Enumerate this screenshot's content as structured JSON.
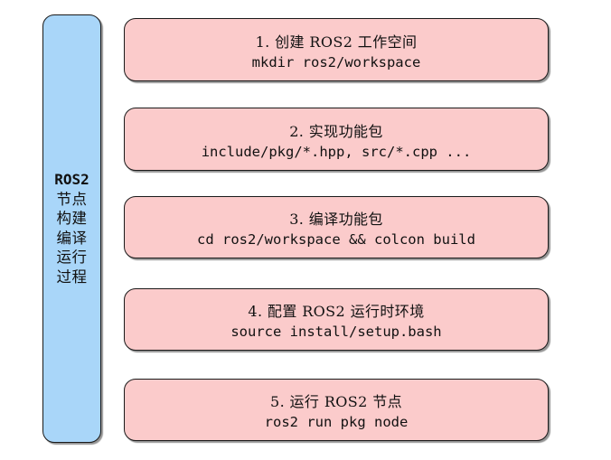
{
  "diagram": {
    "title": "ROS2 节点构建编译运行过程",
    "colors": {
      "sidebar_fill": "#a9d6f9",
      "step_fill": "#fbcbcb",
      "border": "#1a1a1a",
      "text": "#111111",
      "background": "#ffffff"
    }
  },
  "sidebar": {
    "lines": [
      "ROS2",
      "节点",
      "构建",
      "编译",
      "运行",
      "过程"
    ]
  },
  "steps": [
    {
      "number": "1",
      "title": "1. 创建 ROS2 工作空间",
      "command": "mkdir ros2/workspace"
    },
    {
      "number": "2",
      "title": "2. 实现功能包",
      "command": "include/pkg/*.hpp, src/*.cpp ..."
    },
    {
      "number": "3",
      "title": "3. 编译功能包",
      "command": "cd ros2/workspace && colcon build"
    },
    {
      "number": "4",
      "title": "4. 配置 ROS2 运行时环境",
      "command": "source install/setup.bash"
    },
    {
      "number": "5",
      "title": "5. 运行 ROS2 节点",
      "command": "ros2 run pkg node"
    }
  ]
}
